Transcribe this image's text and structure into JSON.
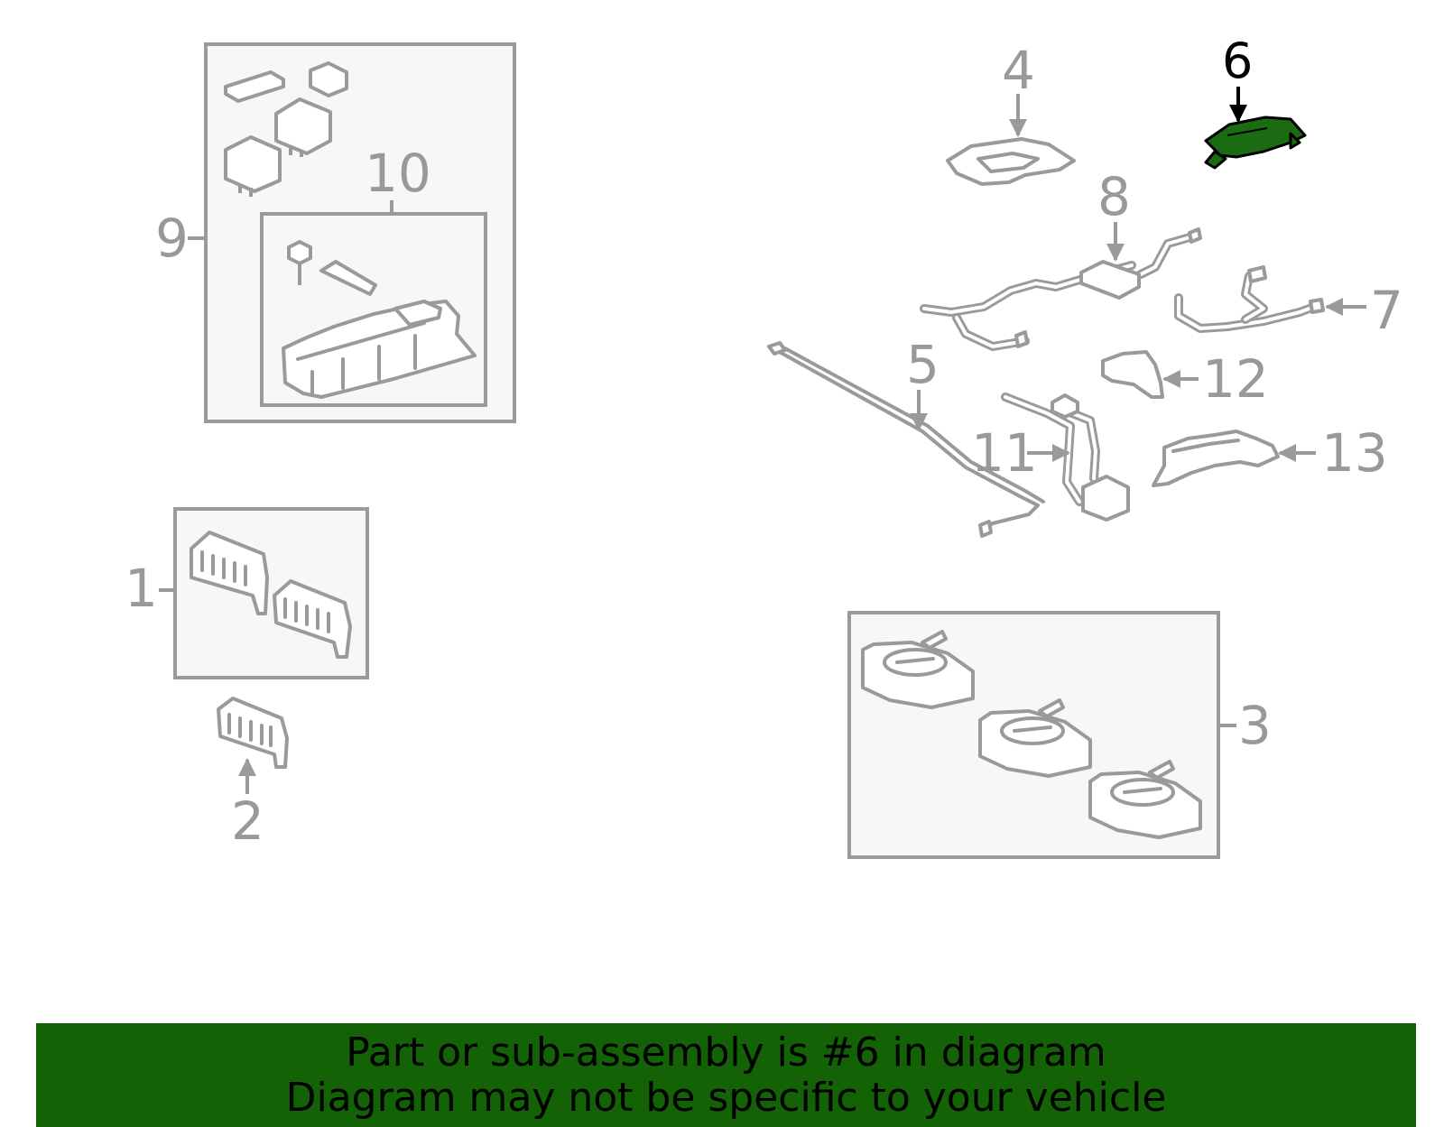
{
  "labels": [
    "1",
    "2",
    "3",
    "4",
    "5",
    "6",
    "7",
    "8",
    "9",
    "10",
    "11",
    "12",
    "13"
  ],
  "highlighted_part": "6",
  "highlight_color": "#1b6b12",
  "banner": {
    "line1": "Part or sub-assembly is #6 in diagram",
    "line2": "Diagram may not be specific to your vehicle",
    "color": "#136206"
  }
}
